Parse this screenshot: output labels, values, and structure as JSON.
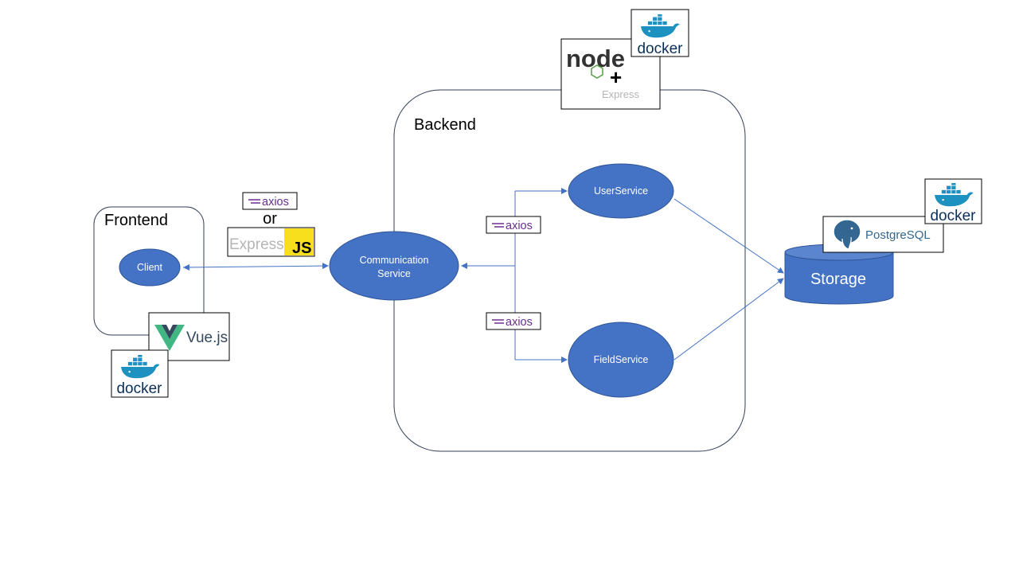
{
  "containers": {
    "frontend": {
      "title": "Frontend"
    },
    "backend": {
      "title": "Backend"
    }
  },
  "nodes": {
    "client": {
      "label": "Client"
    },
    "communication": {
      "label_line1": "Communication",
      "label_line2": "Service"
    },
    "user_service": {
      "label": "UserService"
    },
    "field_service": {
      "label": "FieldService"
    },
    "storage": {
      "label": "Storage"
    }
  },
  "badges": {
    "axios_label": "axios",
    "or_text": "or",
    "express_label": "Express",
    "js_label": "JS",
    "vue_label": "Vue.js",
    "docker_label": "docker",
    "postgres_label": "PostgreSQL",
    "node_label": "node",
    "plus": "+",
    "node_express_label": "Express"
  },
  "colors": {
    "node_fill": "#4472c4",
    "node_stroke": "#2f5597",
    "container_stroke": "#2f3f5a",
    "arrow": "#4472c4",
    "axios": "#6b2c91",
    "docker_blue": "#1d91c0",
    "vue_green": "#41b883",
    "vue_dark": "#35495e",
    "js_yellow": "#f7df1e",
    "node_green": "#539e43",
    "postgres_blue": "#336791"
  }
}
